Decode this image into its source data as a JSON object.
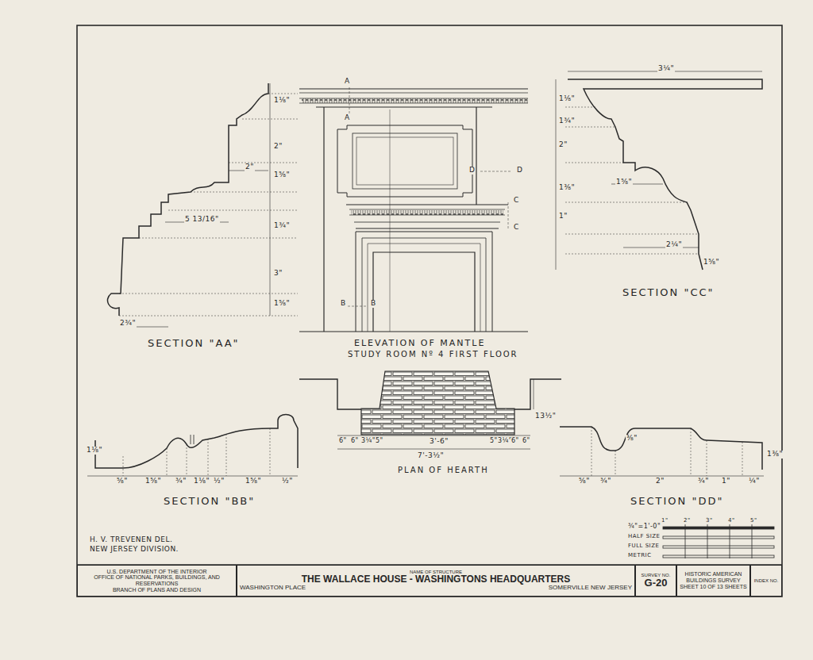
{
  "diagram": {
    "nodes": [
      {
        "text": [
          "U.S. DEPARTMENT OF THE INTERIOR",
          "OFFICE OF NATIONAL PARKS, BUILDINGS, AND RESERVATIONS",
          "BRANCH OF PLANS AND DESIGN"
        ]
      },
      {
        "text": [
          "NAME OF STRUCTURE",
          "THE WALLACE HOUSE - WASHINGTONS HEADQUARTERS",
          "WASHINGTON PLACE",
          "SOMERVILLE NEW JERSEY"
        ]
      },
      {
        "text": [
          "SURVEY NO.",
          "G-20"
        ]
      },
      {
        "text": [
          "HISTORIC AMERICAN BUILDINGS SURVEY",
          "SHEET 10 OF 13 SHEETS"
        ]
      },
      {
        "text": [
          "INDEX NO."
        ]
      }
    ],
    "labels": [
      "SECTION \"AA\"",
      "ELEVATION OF MANTLE",
      "STUDY ROOM Nº 4 FIRST FLOOR",
      "SECTION \"CC\"",
      "PLAN OF HEARTH",
      "SECTION \"BB\"",
      "SECTION \"DD\"",
      "H. V. TREVENEN   DEL.",
      "NEW JERSEY DIVISION.",
      "2¾\"",
      "5 13/16\"",
      "2\"",
      "1⅛\"",
      "2\"",
      "1⅝\"",
      "1¾\"",
      "3\"",
      "1⅝\"",
      "A",
      "A",
      "D",
      "D",
      "C",
      "C",
      "B",
      "B",
      "3¼\"",
      "1⅝\"",
      "2¼\"",
      "1⅝\"",
      "1⅛\"",
      "1¾\"",
      "2\"",
      "1⅜\"",
      "1\"",
      "13½\"",
      "6\"",
      "6\"",
      "3¼\"",
      "5\"",
      "3'-6\"",
      "5\"",
      "3¼\"",
      "6\"",
      "6\"",
      "7'-3½\"",
      "1⅛\"",
      "⅝\"",
      "1⅝\"",
      "¾\"",
      "1⅛\"",
      "½\"",
      "1⅝\"",
      "½\"",
      "⅝\"",
      "¾\"",
      "2\"",
      "¾\"",
      "1\"",
      "¼\"",
      "⅜\"",
      "1⅜\"",
      "¾\"=1'-0\"",
      "1\"",
      "2\"",
      "3\"",
      "4\"",
      "5\"",
      "HALF SIZE",
      "FULL SIZE",
      "METRIC"
    ]
  }
}
